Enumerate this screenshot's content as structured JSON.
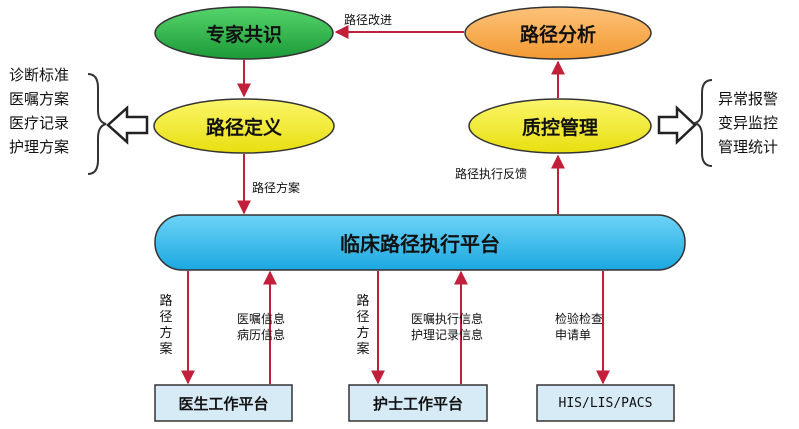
{
  "nodes": {
    "consensus": "专家共识",
    "analysis": "路径分析",
    "definition": "路径定义",
    "quality": "质控管理",
    "platform": "临床路径执行平台"
  },
  "bottom_boxes": {
    "doctor": "医生工作平台",
    "nurse": "护士工作平台",
    "his": "HIS/LIS/PACS"
  },
  "left_list": [
    "诊断标准",
    "医嘱方案",
    "医疗记录",
    "护理方案"
  ],
  "right_list": [
    "异常报警",
    "变异监控",
    "管理统计"
  ],
  "edge_labels": {
    "improve": "路径改进",
    "plan": "路径方案",
    "feedback": "路径执行反馈",
    "doctor_down": "路径方案",
    "doctor_up_1": "医嘱信息",
    "doctor_up_2": "病历信息",
    "nurse_down": "路径方案",
    "nurse_up_1": "医嘱执行信息",
    "nurse_up_2": "护理记录信息",
    "his_1": "检验检查",
    "his_2": "申请单"
  },
  "colors": {
    "green": "#2db14a",
    "orange": "#f9a74a",
    "yellow": "#f5ee1c",
    "blue": "#29b9ec",
    "box": "#d7ebf7",
    "arrow": "#c21f3a"
  }
}
